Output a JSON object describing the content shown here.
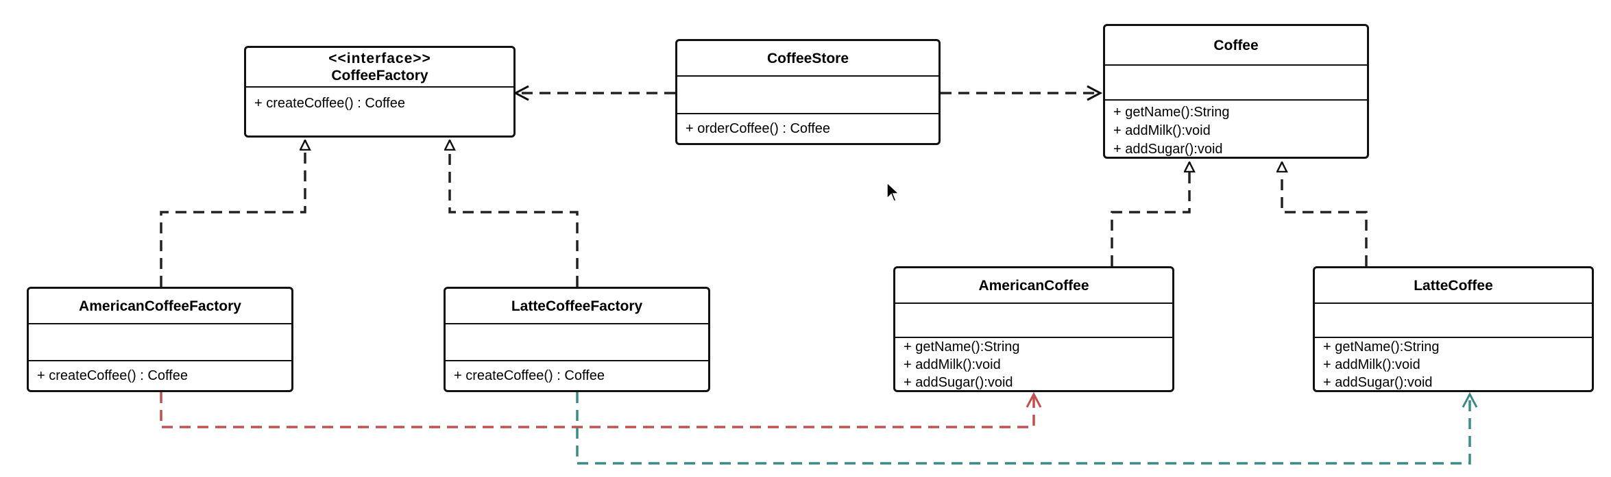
{
  "classes": {
    "coffee_factory": {
      "stereotype": "<<interface>>",
      "name": "CoffeeFactory",
      "operations": [
        "+ createCoffee() : Coffee"
      ]
    },
    "coffee_store": {
      "name": "CoffeeStore",
      "operations": [
        "+ orderCoffee() : Coffee"
      ]
    },
    "coffee": {
      "name": "Coffee",
      "operations": [
        "+ getName():String",
        "+ addMilk():void",
        "+ addSugar():void"
      ]
    },
    "american_coffee_factory": {
      "name": "AmericanCoffeeFactory",
      "operations": [
        "+ createCoffee() : Coffee"
      ]
    },
    "latte_coffee_factory": {
      "name": "LatteCoffeeFactory",
      "operations": [
        "+ createCoffee() : Coffee"
      ]
    },
    "american_coffee": {
      "name": "AmericanCoffee",
      "operations": [
        "+ getName():String",
        "+ addMilk():void",
        "+ addSugar():void"
      ]
    },
    "latte_coffee": {
      "name": "LatteCoffee",
      "operations": [
        "+ getName():String",
        "+ addMilk():void",
        "+ addSugar():void"
      ]
    }
  },
  "connectors": [
    {
      "from": "coffee_store",
      "to": "coffee_factory",
      "kind": "dependency",
      "color": "#222222"
    },
    {
      "from": "coffee_store",
      "to": "coffee",
      "kind": "dependency",
      "color": "#222222"
    },
    {
      "from": "american_coffee_factory",
      "to": "coffee_factory",
      "kind": "realization",
      "color": "#222222"
    },
    {
      "from": "latte_coffee_factory",
      "to": "coffee_factory",
      "kind": "realization",
      "color": "#222222"
    },
    {
      "from": "american_coffee",
      "to": "coffee",
      "kind": "realization",
      "color": "#222222"
    },
    {
      "from": "latte_coffee",
      "to": "coffee",
      "kind": "realization",
      "color": "#222222"
    },
    {
      "from": "american_coffee_factory",
      "to": "american_coffee",
      "kind": "dependency",
      "color": "#c0504d"
    },
    {
      "from": "latte_coffee_factory",
      "to": "latte_coffee",
      "kind": "dependency",
      "color": "#3a8a86"
    }
  ]
}
